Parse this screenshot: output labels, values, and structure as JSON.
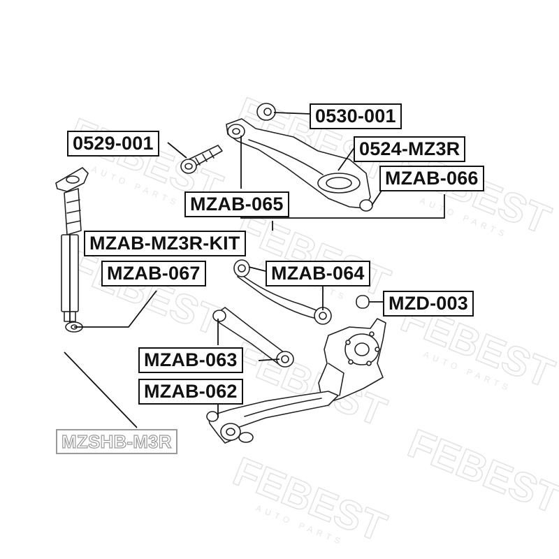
{
  "watermark": {
    "brand": "FEBEST",
    "sub": "AUTO PARTS"
  },
  "parts": {
    "p0530_001": "0530-001",
    "p0529_001": "0529-001",
    "p0524_mz3r": "0524-MZ3R",
    "mzab_066": "MZAB-066",
    "mzab_065": "MZAB-065",
    "mzab_mz3r_kit": "MZAB-MZ3R-KIT",
    "mzab_067": "MZAB-067",
    "mzab_064": "MZAB-064",
    "mzd_003": "MZD-003",
    "mzab_063": "MZAB-063",
    "mzab_062": "MZAB-062",
    "mzshb_m3r": "MZSHB-M3R"
  }
}
